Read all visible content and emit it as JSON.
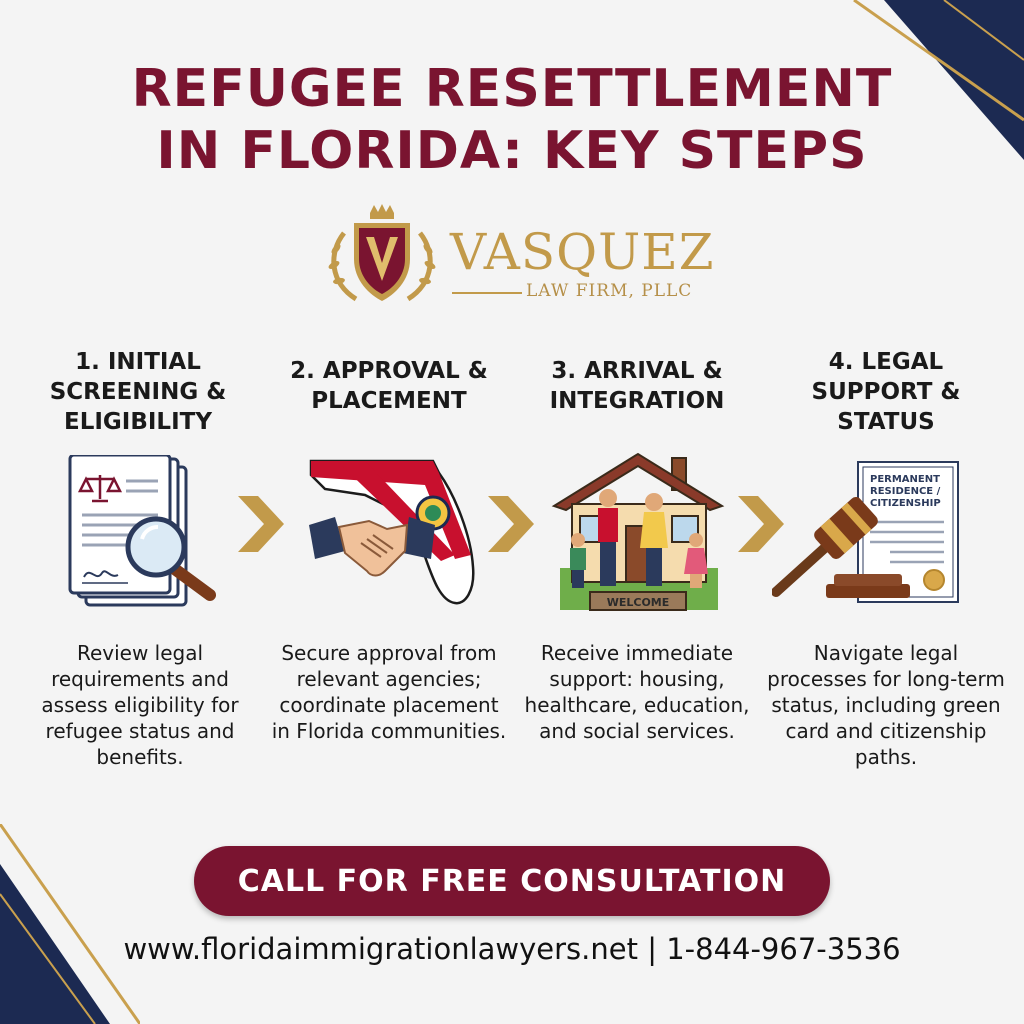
{
  "title": {
    "line1": "REFUGEE RESETTLEMENT",
    "line2": "IN FLORIDA: KEY STEPS"
  },
  "logo": {
    "name": "VASQUEZ",
    "subtitle": "LAW FIRM, PLLC"
  },
  "steps": [
    {
      "title_lines": [
        "1. INITIAL",
        "SCREENING &",
        "ELIGIBILITY"
      ],
      "description": "Review legal requirements and assess eligibility for refugee status and benefits.",
      "icon": "document-magnifier-icon"
    },
    {
      "title_lines": [
        "2. APPROVAL &",
        "PLACEMENT"
      ],
      "description": "Secure approval from relevant agencies; coordinate placement in Florida communities.",
      "icon": "handshake-florida-icon"
    },
    {
      "title_lines": [
        "3. ARRIVAL &",
        "INTEGRATION"
      ],
      "description": "Receive immediate support: housing, healthcare, education, and social services.",
      "icon": "family-house-icon",
      "welcome_mat": "WELCOME"
    },
    {
      "title_lines": [
        "4. LEGAL",
        "SUPPORT &",
        "STATUS"
      ],
      "description": "Navigate legal processes for long-term status, including green card and citizenship paths.",
      "icon": "gavel-certificate-icon",
      "certificate_lines": [
        "PERMANENT",
        "RESIDENCE /",
        "CITIZENSHIP"
      ]
    }
  ],
  "cta": {
    "label": "CALL FOR FREE CONSULTATION"
  },
  "footer": {
    "website": "www.floridaimmigrationlawyers.net",
    "separator": "|",
    "phone": "1-844-967-3536"
  },
  "colors": {
    "primary": "#7a1430",
    "gold": "#c29a4a",
    "navy": "#1c2a52",
    "background": "#f4f4f4"
  }
}
